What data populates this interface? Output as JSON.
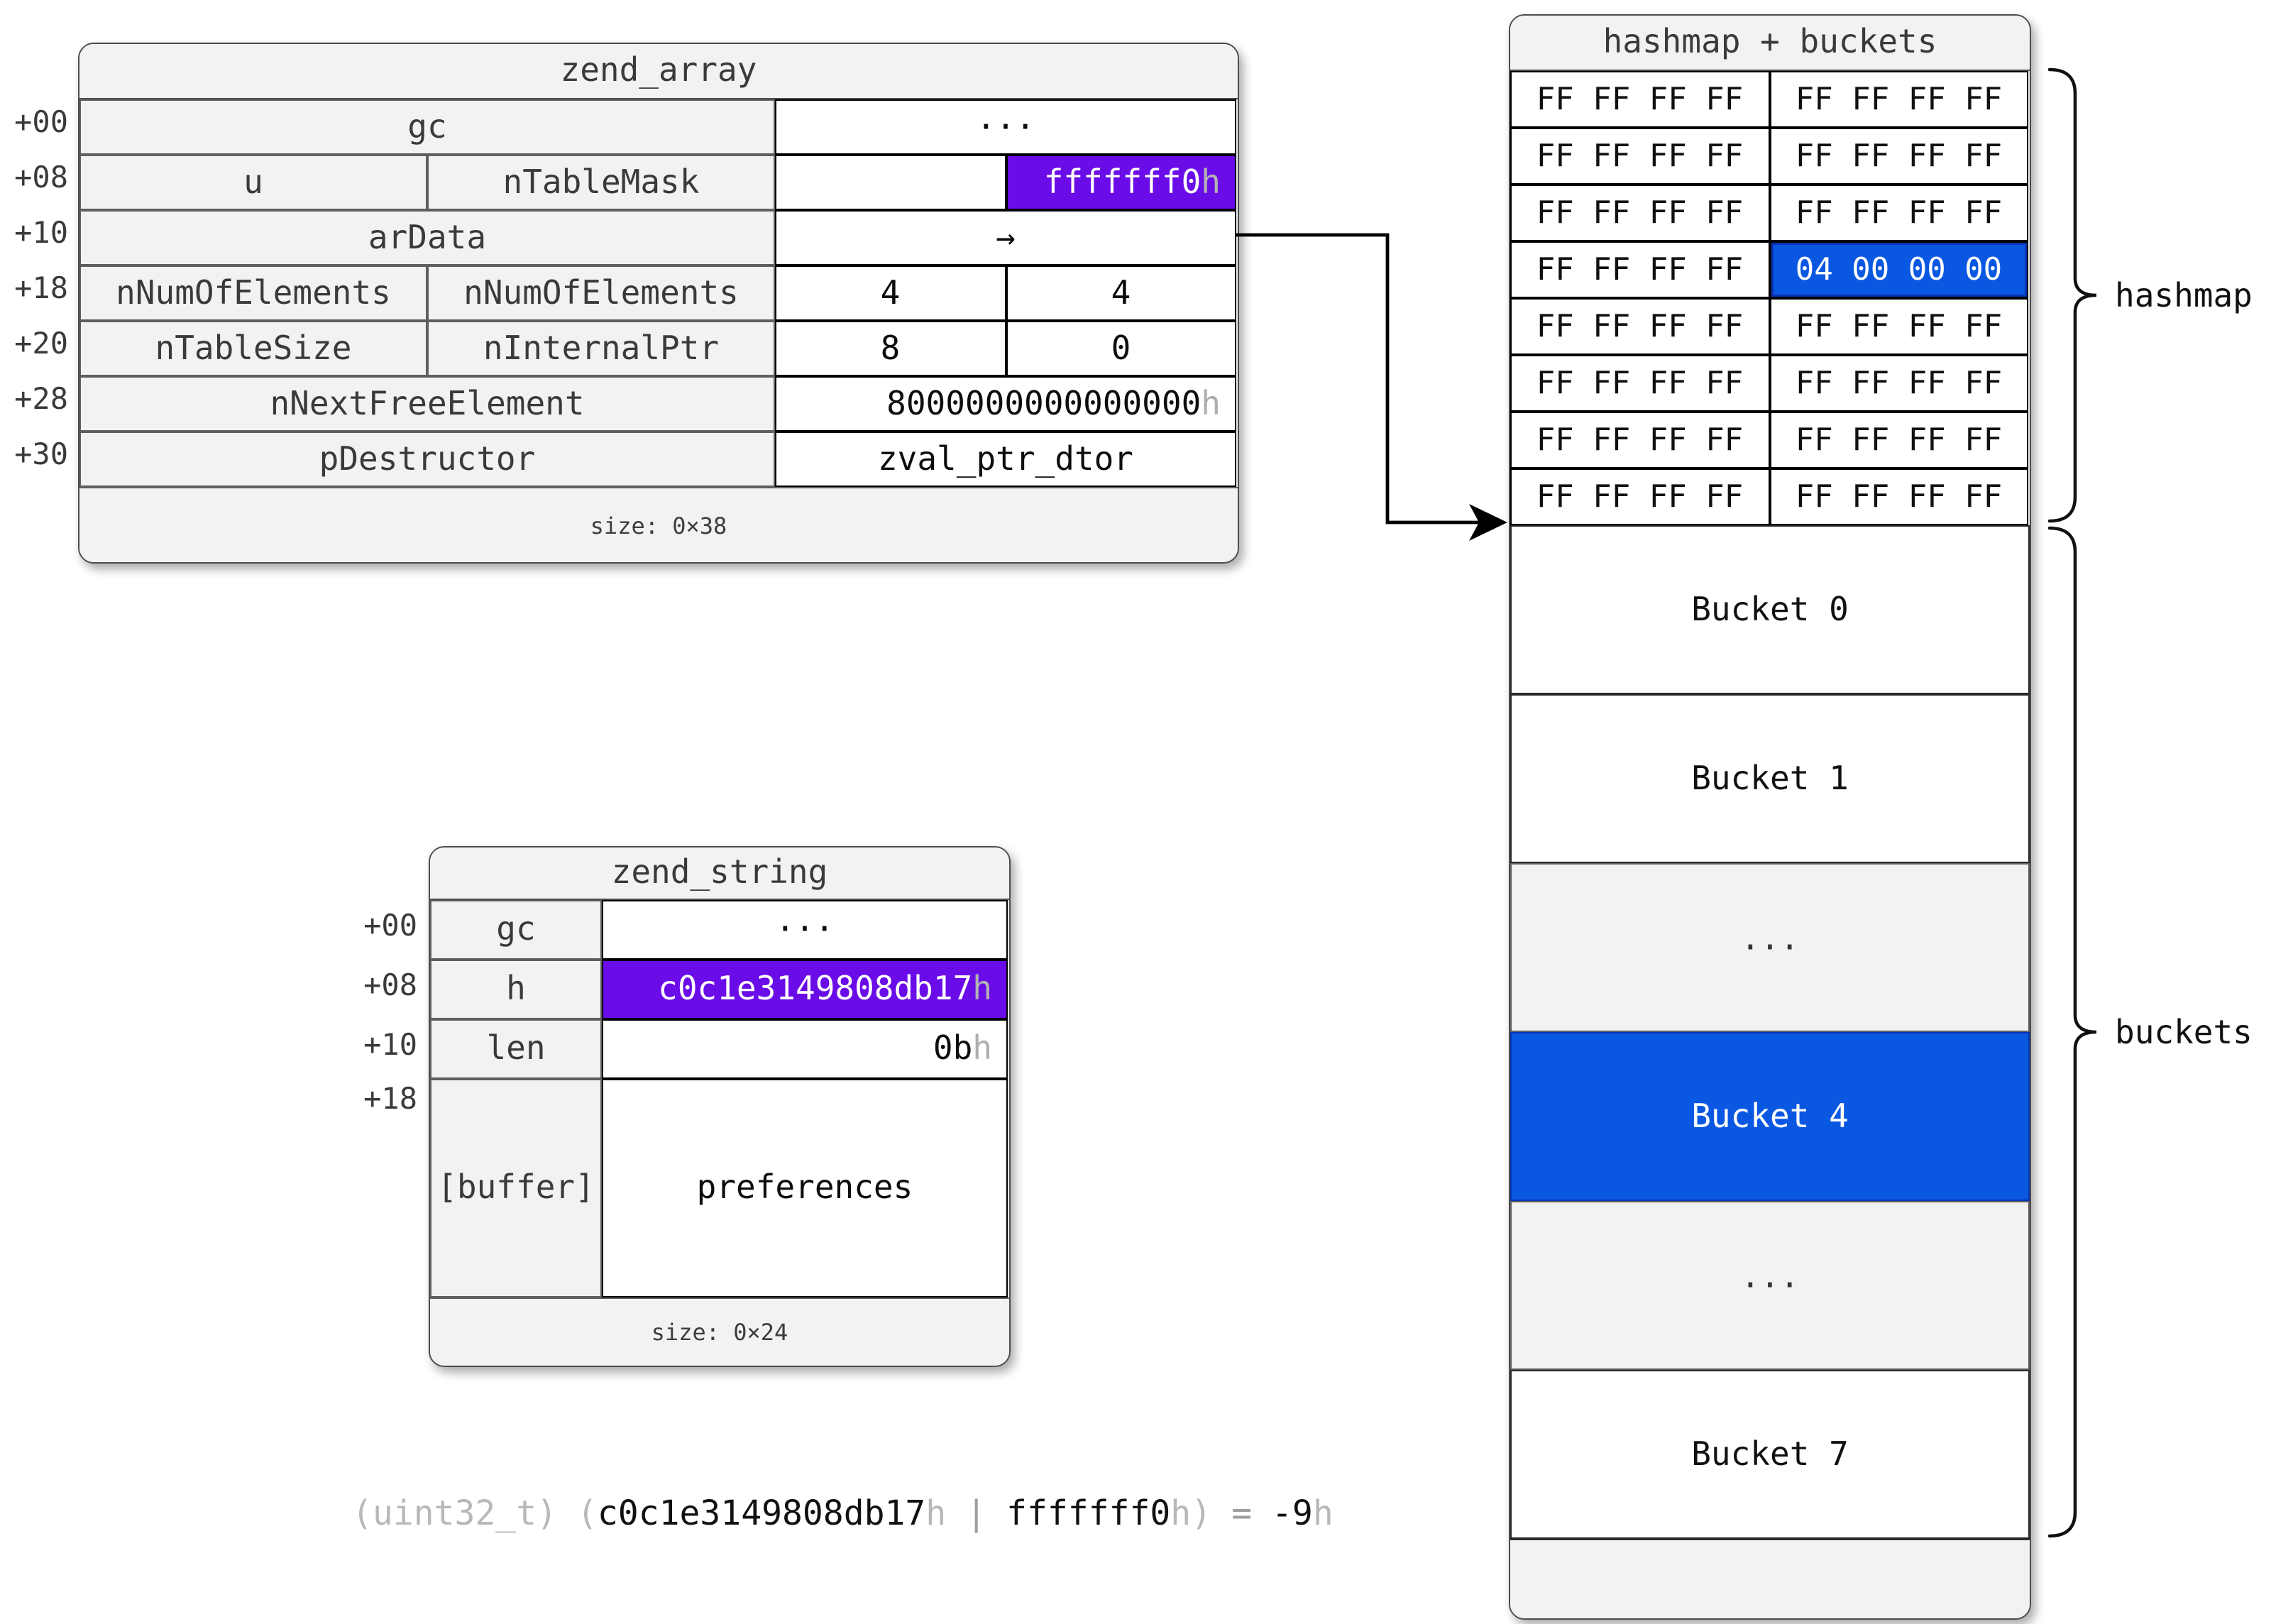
{
  "colors": {
    "highlight_purple": "#6a0ce8",
    "highlight_blue": "#0a58e1",
    "panel_gray": "#f2f2f2"
  },
  "zend_array": {
    "title": "zend_array",
    "offsets": [
      "+00",
      "+08",
      "+10",
      "+18",
      "+20",
      "+28",
      "+30"
    ],
    "rows": {
      "gc": {
        "label": "gc",
        "value": "···"
      },
      "u": {
        "label1": "u",
        "label2": "nTableMask",
        "value1": "",
        "value2": "fffffff0",
        "suffix2": "h"
      },
      "ardata": {
        "label": "arData",
        "value": "→"
      },
      "num": {
        "label1": "nNumOfElements",
        "label2": "nNumOfElements",
        "value1": "4",
        "value2": "4"
      },
      "size": {
        "label1": "nTableSize",
        "label2": "nInternalPtr",
        "value1": "8",
        "value2": "0"
      },
      "next": {
        "label": "nNextFreeElement",
        "value": "8000000000000000",
        "suffix": "h"
      },
      "dtor": {
        "label": "pDestructor",
        "value": "zval_ptr_dtor"
      }
    },
    "footer": "size: 0×38"
  },
  "zend_string": {
    "title": "zend_string",
    "offsets": [
      "+00",
      "+08",
      "+10",
      "+18"
    ],
    "rows": {
      "gc": {
        "label": "gc",
        "value": "···"
      },
      "h": {
        "label": "h",
        "value": "c0c1e3149808db17",
        "suffix": "h"
      },
      "len": {
        "label": "len",
        "value": "0b",
        "suffix": "h"
      },
      "buffer": {
        "label": "[buffer]",
        "value": "preferences"
      }
    },
    "footer": "size: 0×24"
  },
  "hashmap": {
    "title": "hashmap + buckets",
    "ff_rows": [
      {
        "left": "FF FF FF FF",
        "right": "FF FF FF FF"
      },
      {
        "left": "FF FF FF FF",
        "right": "FF FF FF FF"
      },
      {
        "left": "FF FF FF FF",
        "right": "FF FF FF FF"
      },
      {
        "left": "FF FF FF FF",
        "right": "04 00 00 00"
      },
      {
        "left": "FF FF FF FF",
        "right": "FF FF FF FF"
      },
      {
        "left": "FF FF FF FF",
        "right": "FF FF FF FF"
      },
      {
        "left": "FF FF FF FF",
        "right": "FF FF FF FF"
      },
      {
        "left": "FF FF FF FF",
        "right": "FF FF FF FF"
      }
    ],
    "buckets": [
      "Bucket 0",
      "Bucket 1",
      "···",
      "Bucket 4",
      "···",
      "Bucket 7"
    ],
    "brace_labels": {
      "hashmap": "hashmap",
      "buckets": "buckets"
    }
  },
  "formula": {
    "cast": "(uint32_t)",
    "open": "(",
    "hash_value": "c0c1e3149808db17",
    "hex_suffix_1": "h",
    "pipe": "|",
    "mask_value": "fffffff0",
    "hex_suffix_2": "h",
    "close": ")",
    "equals": "=",
    "result": "-9",
    "hex_suffix_3": "h"
  }
}
